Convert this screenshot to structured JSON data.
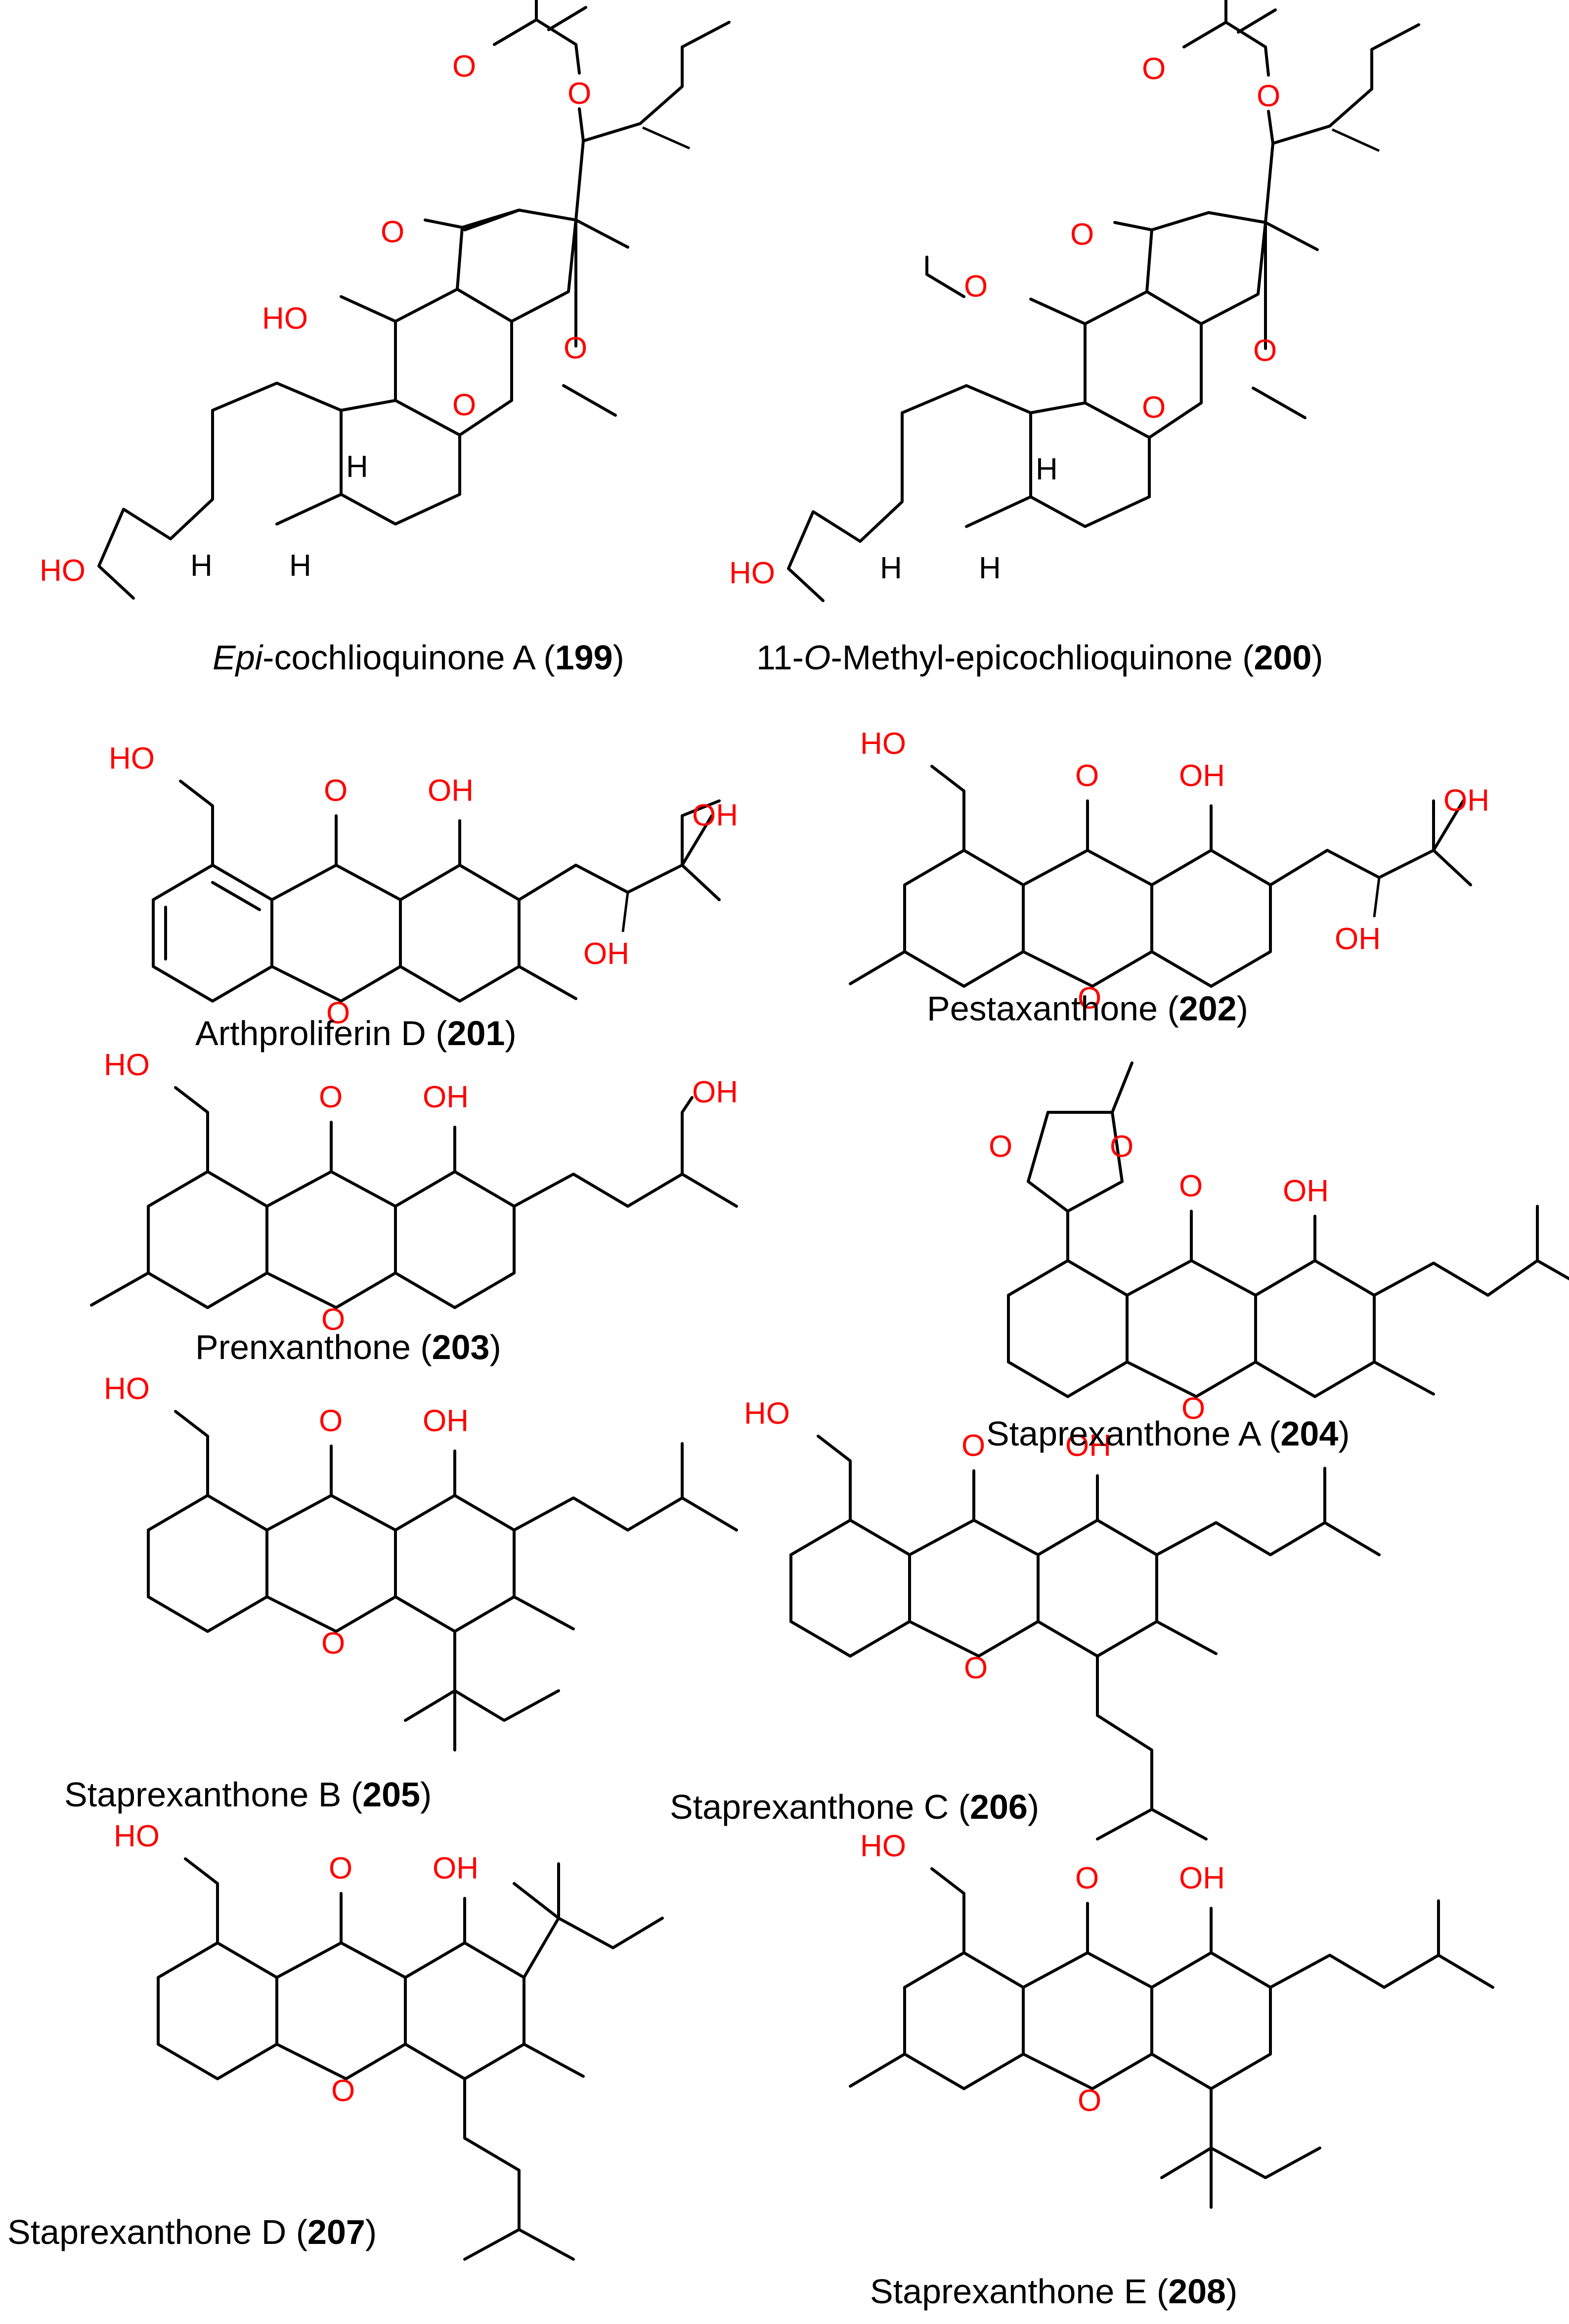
{
  "colors": {
    "heteroatom": "#ff0000",
    "bond": "#000000",
    "background": "#ffffff"
  },
  "compounds": [
    {
      "id": "199",
      "prefix_italic": "Epi",
      "name": "-cochlioquinone A",
      "number": "199",
      "atoms": [
        "O",
        "O",
        "O",
        "O",
        "HO",
        "O",
        "H",
        "H",
        "H",
        "HO"
      ]
    },
    {
      "id": "200",
      "prefix": "11-",
      "prefix_italic": "O",
      "name": "-Methyl-epicochlioquinone",
      "number": "200",
      "atoms": [
        "O",
        "O",
        "O",
        "O",
        "O",
        "O",
        "H",
        "H",
        "H",
        "HO"
      ]
    },
    {
      "id": "201",
      "name": "Arthproliferin D",
      "number": "201",
      "atoms": [
        "HO",
        "O",
        "OH",
        "OH",
        "OH",
        "O"
      ]
    },
    {
      "id": "202",
      "name": "Pestaxanthone",
      "number": "202",
      "atoms": [
        "HO",
        "O",
        "OH",
        "OH",
        "OH",
        "O"
      ]
    },
    {
      "id": "203",
      "name": "Prenxanthone",
      "number": "203",
      "atoms": [
        "HO",
        "O",
        "OH",
        "OH",
        "O"
      ]
    },
    {
      "id": "204",
      "name": "Staprexanthone A",
      "number": "204",
      "atoms": [
        "O",
        "O",
        "O",
        "OH",
        "O"
      ]
    },
    {
      "id": "205",
      "name": "Staprexanthone B",
      "number": "205",
      "atoms": [
        "HO",
        "O",
        "OH",
        "O"
      ]
    },
    {
      "id": "206",
      "name": "Staprexanthone C",
      "number": "206",
      "atoms": [
        "HO",
        "O",
        "OH",
        "O"
      ]
    },
    {
      "id": "207",
      "name": "Staprexanthone D",
      "number": "207",
      "atoms": [
        "HO",
        "O",
        "OH",
        "O"
      ]
    },
    {
      "id": "208",
      "name": "Staprexanthone E",
      "number": "208",
      "atoms": [
        "HO",
        "O",
        "OH",
        "O"
      ]
    }
  ]
}
